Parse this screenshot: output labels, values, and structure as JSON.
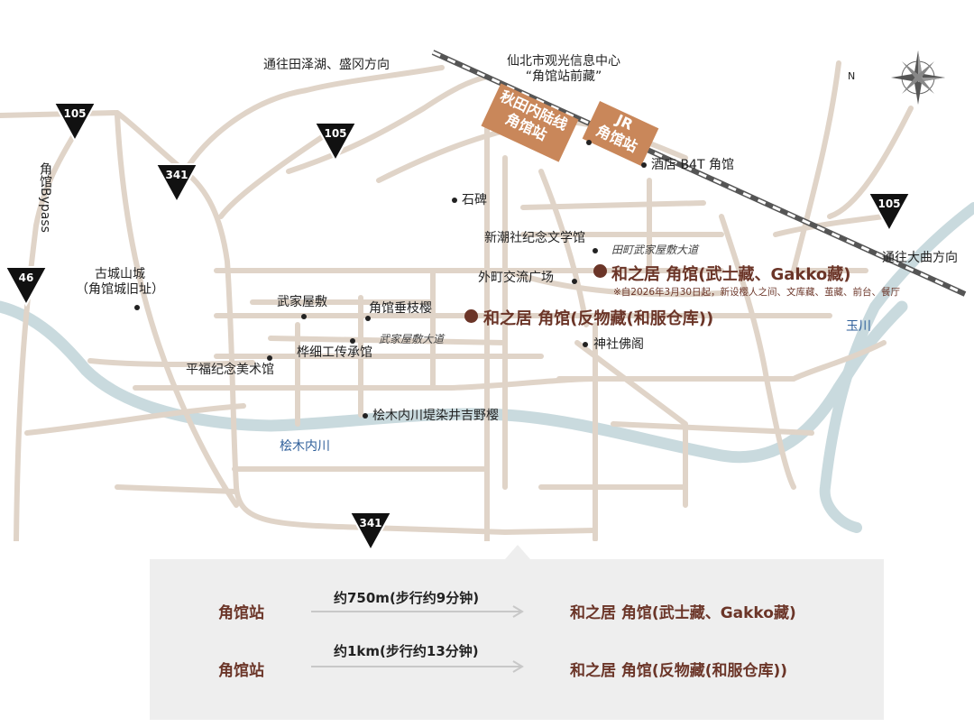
{
  "map": {
    "direction_labels": {
      "to_tazawako_morioka": "通往田泽湖、盛冈方向",
      "to_omagari": "通往大曲方向"
    },
    "compass_north": "N",
    "tourist_center": {
      "line1": "仙北市观光信息中心",
      "line2": "“角馆站前藏”"
    },
    "rail": {
      "jr_station_line1": "JR",
      "jr_station_line2": "角馆站",
      "akita_line1": "秋田内陆线",
      "akita_line2": "角馆站"
    },
    "routes": {
      "r105_a": "105",
      "r105_b": "105",
      "r105_c": "105",
      "r341_a": "341",
      "r341_b": "341",
      "r46": "46"
    },
    "bypass": "角馆Bypass",
    "places": {
      "hotel": "酒店  B4T  角馆",
      "stele": "石碑",
      "shinchosha": "新潮社纪念文学馆",
      "tomachi_square": "外町交流广场",
      "old_castle_line1": "古城山城",
      "old_castle_line2": "（角馆城旧址）",
      "bukeyashiki": "武家屋敷",
      "shidarezakura": "角馆垂枝樱",
      "kabazaiku": "桦细工传承馆",
      "hirafuku": "平福纪念美术馆",
      "shrine": "神社佛阁",
      "hinokinai_sakura": "桧木内川堤染井吉野樱"
    },
    "streets": {
      "tamachi": "田町武家屋敷大道",
      "bukeyashiki": "武家屋敷大道"
    },
    "rivers": {
      "hinokinai": "桧木内川",
      "tamagawa": "玉川"
    },
    "wanoi_bushi": "和之居 角馆(武士藏、Gakko藏)",
    "wanoi_note": "※自2026年3月30日起，新设樱人之间、文库藏、茧藏、前台、餐厅",
    "wanoi_tanmono": "和之居 角馆(反物藏(和服仓库))"
  },
  "access": [
    {
      "from": "角馆站",
      "distance": "约750m(步行约9分钟)",
      "to": "和之居 角馆(武士藏、Gakko藏)"
    },
    {
      "from": "角馆站",
      "distance": "约1km(步行约13分钟)",
      "to": "和之居 角馆(反物藏(和服仓库))"
    }
  ],
  "colors": {
    "road": "#e0d4c8",
    "river": "#c9dade",
    "accent": "#6b3528",
    "station_tag": "#c9875a",
    "rail": "#555555",
    "panel": "#eeeeee"
  }
}
